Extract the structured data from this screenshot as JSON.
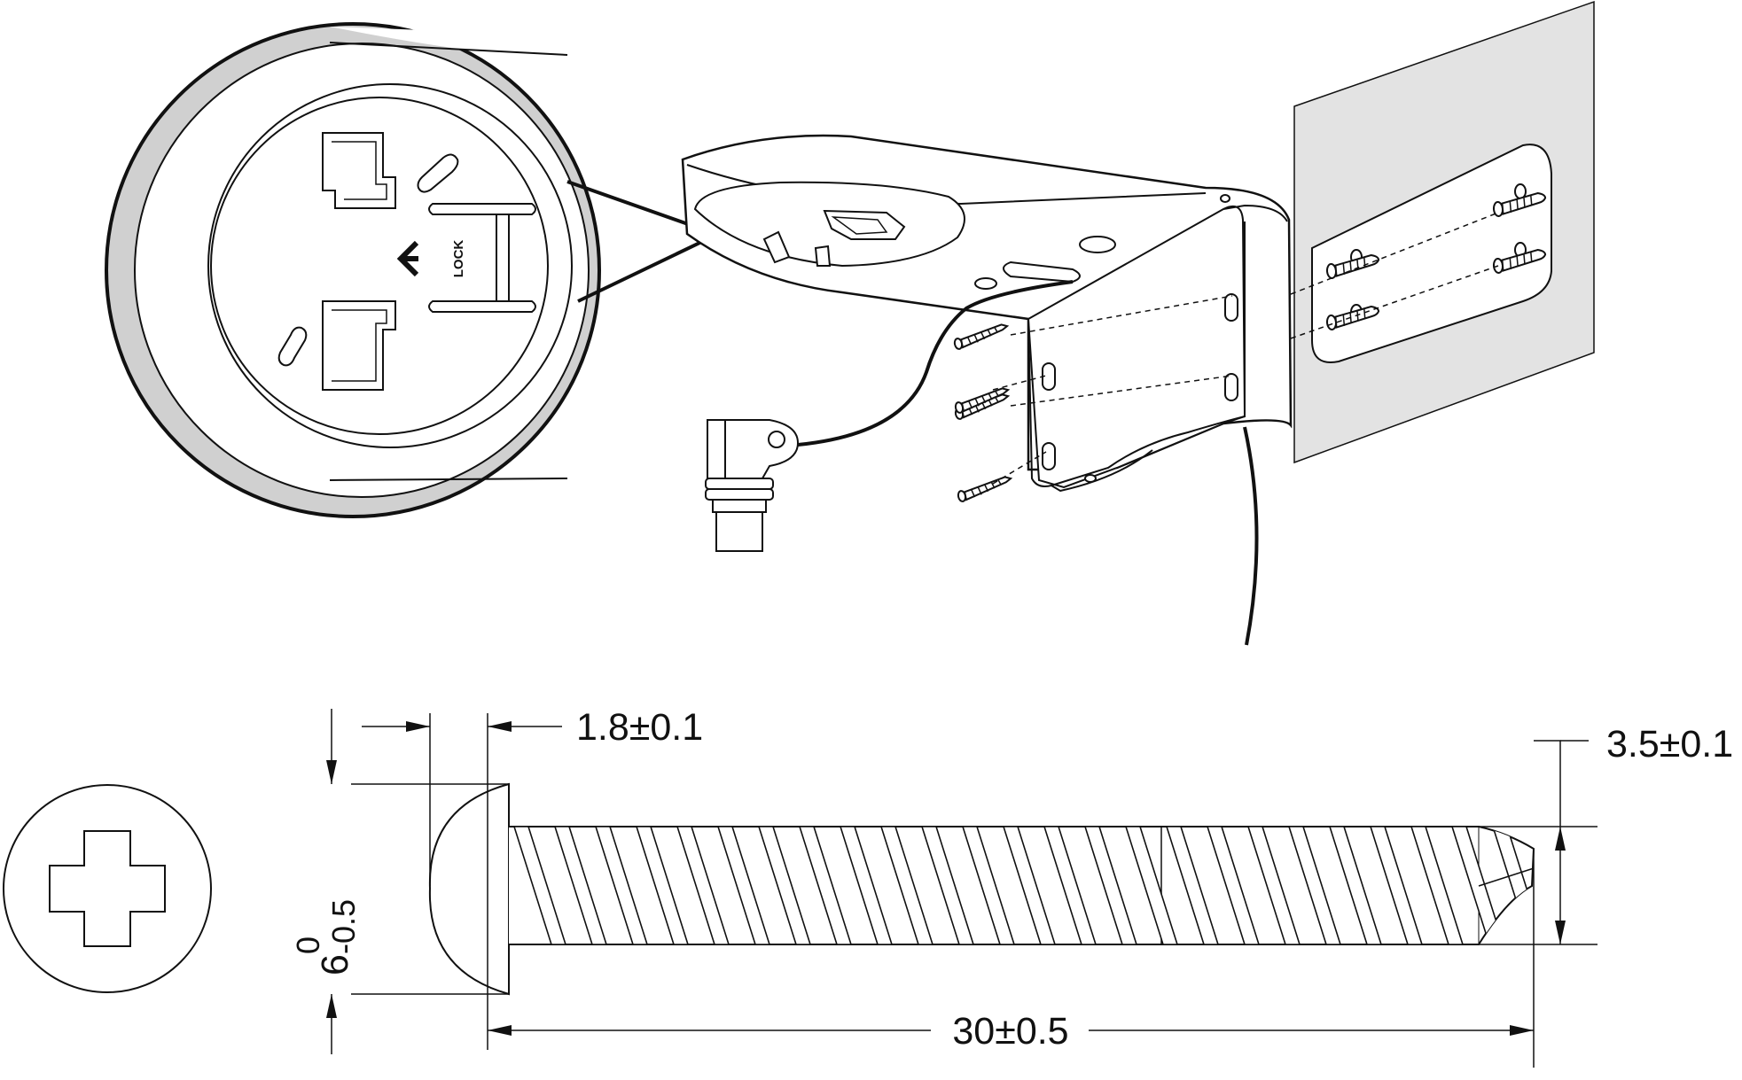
{
  "diagram": {
    "detail_callout": {
      "lock_label": "LOCK"
    },
    "screw_drawing": {
      "dimensions": {
        "head_thickness": "1.8±0.1",
        "head_diameter_nominal": "6",
        "head_diameter_upper_tol": "0",
        "head_diameter_lower_tol": "-0.5",
        "shank_diameter": "3.5±0.1",
        "total_length": "30±0.5"
      }
    }
  }
}
